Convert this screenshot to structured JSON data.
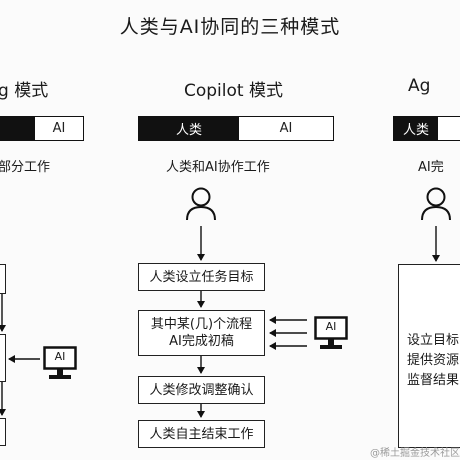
{
  "title": "人类与AI协同的三种模式",
  "left": {
    "mode_title_visible": "g 模式",
    "bar_ai": "AI",
    "caption_visible": "部分工作"
  },
  "center": {
    "mode_title": "Copilot 模式",
    "bar_human": "人类",
    "bar_ai": "AI",
    "caption": "人类和AI协作工作",
    "steps": [
      {
        "text": "人类设立任务目标"
      },
      {
        "line1": "其中某(几)个流程",
        "line2": "AI完成初稿"
      },
      {
        "text": "人类修改调整确认"
      },
      {
        "text": "人类自主结束工作"
      }
    ],
    "monitor_label": "AI"
  },
  "left_monitor_label": "AI",
  "right": {
    "mode_title_visible": "Ag",
    "bar_human": "人类",
    "caption_visible": "AI完",
    "box_lines": [
      "设立目标",
      "提供资源",
      "监督结果"
    ]
  },
  "watermark": "@稀土掘金技术社区"
}
